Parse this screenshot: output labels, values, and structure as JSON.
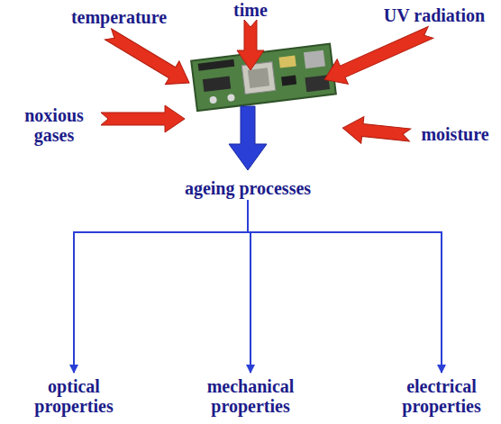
{
  "diagram": {
    "nodes": [
      {
        "text": [
          "ageing processes"
        ]
      },
      {
        "text": [
          "optical properties"
        ]
      },
      {
        "text": [
          "mechanical properties"
        ]
      },
      {
        "text": [
          "electrical properties"
        ]
      }
    ],
    "edges": [
      {
        "from": 0,
        "to": 1,
        "arrow": "to"
      },
      {
        "from": 0,
        "to": 2,
        "arrow": "to"
      },
      {
        "from": 0,
        "to": 3,
        "arrow": "to"
      }
    ],
    "labels": [
      "temperature",
      "time",
      "UV radiation",
      "noxious gases",
      "moisture"
    ]
  }
}
